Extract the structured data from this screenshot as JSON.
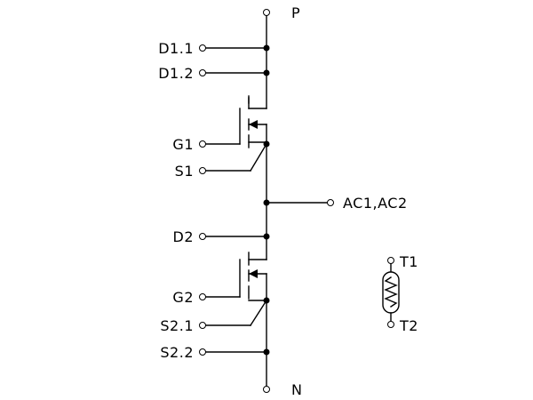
{
  "terminals": {
    "p": "P",
    "n": "N",
    "d1_1": "D1.1",
    "d1_2": "D1.2",
    "g1": "G1",
    "s1": "S1",
    "ac": "AC1,AC2",
    "d2": "D2",
    "g2": "G2",
    "s2_1": "S2.1",
    "s2_2": "S2.2",
    "t1": "T1",
    "t2": "T2"
  }
}
